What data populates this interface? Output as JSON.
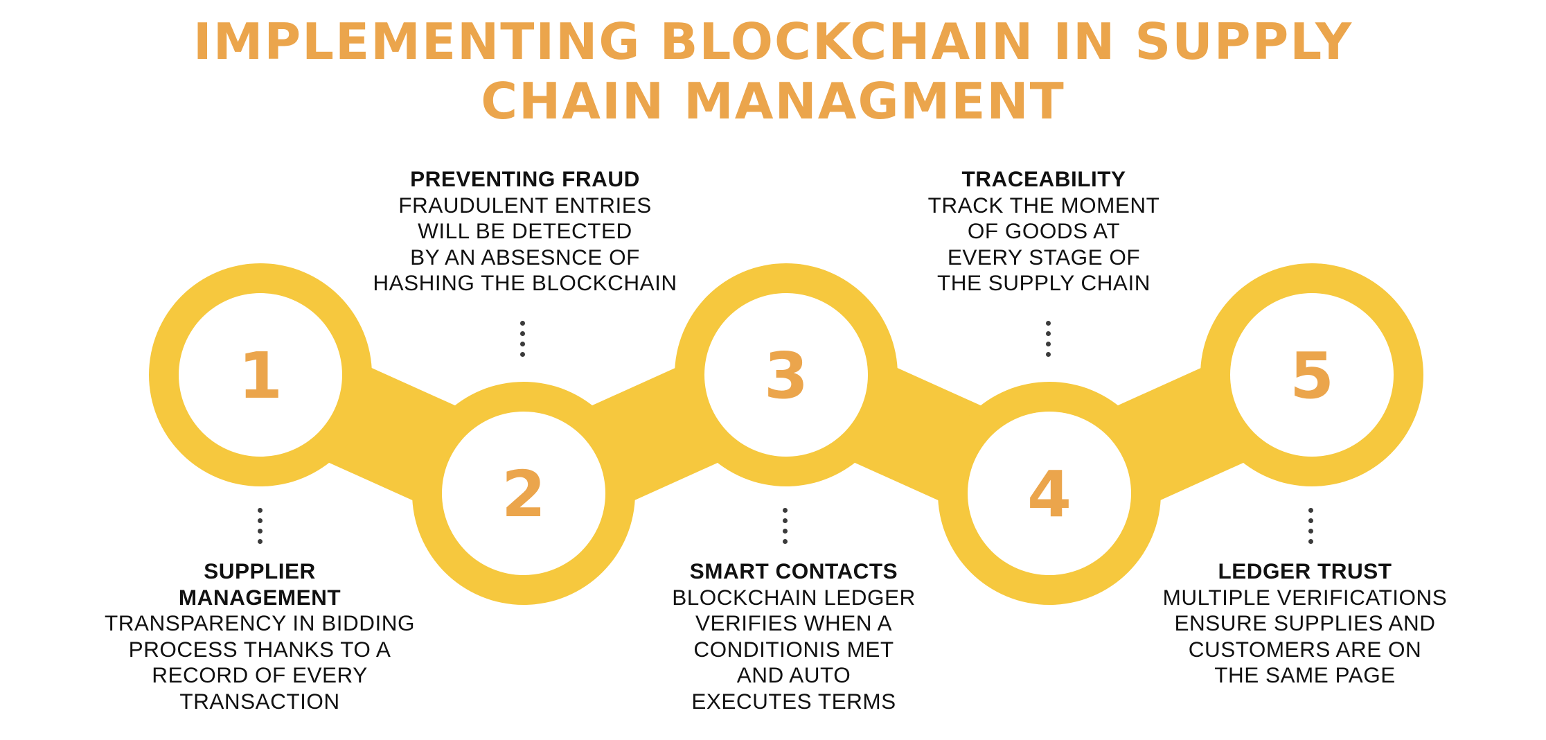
{
  "title": {
    "line1": "IMPLEMENTING BLOCKCHAIN IN SUPPLY",
    "line2": "CHAIN MANAGMENT"
  },
  "colors": {
    "title": "#eba54c",
    "ring": "#f6c83e",
    "number": "#eba54c",
    "text": "#111111",
    "dots": "#3b3b3b"
  },
  "steps": [
    {
      "number": "1",
      "heading": [
        "SUPPLIER",
        "MANAGEMENT"
      ],
      "body": [
        "TRANSPARENCY IN BIDDING",
        "PROCESS THANKS TO A",
        "RECORD OF EVERY",
        "TRANSACTION"
      ]
    },
    {
      "number": "2",
      "heading": [
        "PREVENTING FRAUD"
      ],
      "body": [
        "FRAUDULENT ENTRIES",
        "WILL BE DETECTED",
        "BY AN ABSESNCE OF",
        "HASHING THE BLOCKCHAIN"
      ]
    },
    {
      "number": "3",
      "heading": [
        "SMART CONTACTS"
      ],
      "body": [
        "BLOCKCHAIN LEDGER",
        "VERIFIES WHEN A",
        "CONDITIONIS MET",
        "AND AUTO",
        "EXECUTES TERMS"
      ]
    },
    {
      "number": "4",
      "heading": [
        "TRACEABILITY"
      ],
      "body": [
        "TRACK THE MOMENT",
        "OF GOODS AT",
        "EVERY STAGE OF",
        "THE SUPPLY CHAIN"
      ]
    },
    {
      "number": "5",
      "heading": [
        "LEDGER TRUST"
      ],
      "body": [
        "MULTIPLE VERIFICATIONS",
        "ENSURE SUPPLIES AND",
        "CUSTOMERS ARE ON",
        "THE SAME PAGE"
      ]
    }
  ]
}
